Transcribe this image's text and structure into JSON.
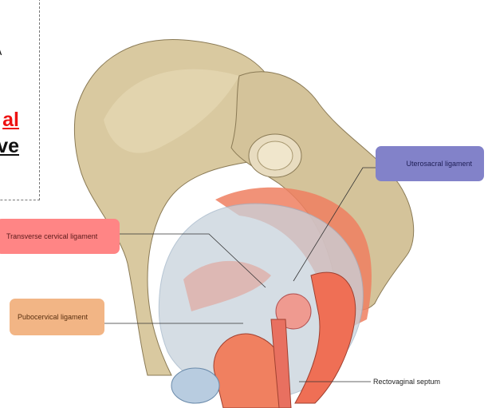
{
  "slide_text": {
    "letter": "A",
    "line1": "al",
    "line2": "ve"
  },
  "labels": {
    "uterosacral": "Uterosacral ligament",
    "transverse_cervical": "Transverse cervical ligament",
    "pubocervical": "Pubocervical ligament",
    "rectovaginal": "Rectovaginal septum"
  },
  "colors": {
    "uterosacral": "#8282c9",
    "transverse_cervical": "#ff8585",
    "pubocervical": "#f2b585",
    "bone": "#d9c9a0",
    "slide_red": "#ee1111"
  }
}
